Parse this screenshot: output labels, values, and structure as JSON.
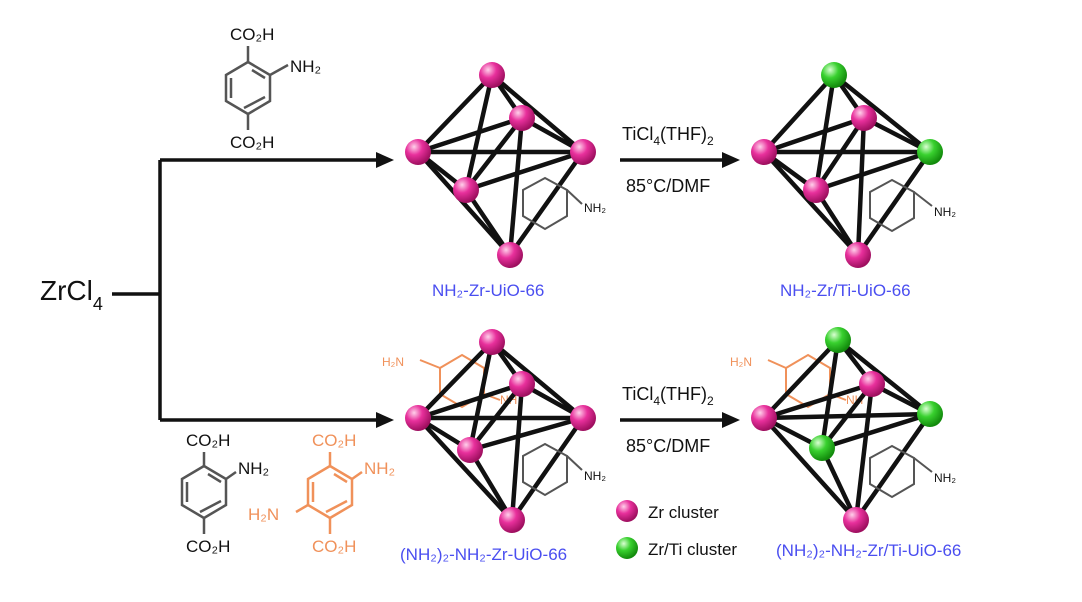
{
  "reactant": {
    "main": "ZrCl",
    "sub": "4"
  },
  "linker_amino": {
    "acid_top": "CO₂H",
    "acid_bottom": "CO₂H",
    "amine": "NH₂"
  },
  "linker_diamino": {
    "acid_top": "CO₂H",
    "acid_bottom": "CO₂H",
    "amine_right": "NH₂",
    "amine_left": "H₂N"
  },
  "mof_amine": "NH₂",
  "mof_amine_left": "H₂N",
  "mof_amine_right": "NH",
  "reaction": {
    "reagent_main": "TiCl",
    "reagent_sub": "4",
    "reagent_tail": "(THF)",
    "reagent_tail_sub": "2",
    "conditions": "85°C/DMF"
  },
  "products": {
    "p1": "NH₂-Zr-UiO-66",
    "p2": "NH₂-Zr/Ti-UiO-66",
    "p3": "(NH₂)₂-NH₂-Zr-UiO-66",
    "p4": "(NH₂)₂-NH₂-Zr/Ti-UiO-66"
  },
  "legend": {
    "zr": "Zr cluster",
    "zrti": "Zr/Ti cluster"
  },
  "colors": {
    "zr": "#e8309c",
    "zrti": "#39d12f",
    "label_blue": "#4a4ef0",
    "orange": "#f0915a",
    "black": "#111111",
    "grey": "#555555"
  }
}
